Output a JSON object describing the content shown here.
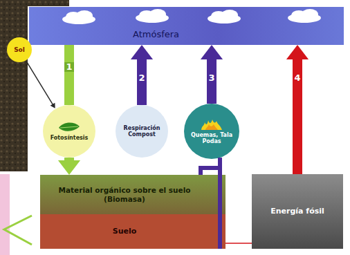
{
  "diagram": {
    "nodes": [
      {
        "text": [
          "Atmósfera"
        ]
      },
      {
        "text": [
          "Sol"
        ]
      },
      {
        "text": [
          "Fotosíntesis"
        ]
      },
      {
        "text": [
          "Respiración Compost"
        ]
      },
      {
        "text": [
          "Quemas, Tala Podas"
        ]
      },
      {
        "text": [
          "Material orgánico sobre el suelo (Biomasa)"
        ]
      },
      {
        "text": [
          "Suelo"
        ]
      },
      {
        "text": [
          "Energía fósil"
        ]
      }
    ],
    "edges": [
      {
        "from": 1,
        "to": 2,
        "arrow": "to"
      },
      {
        "from": 0,
        "to": 2,
        "label": "1",
        "arrow": "none"
      },
      {
        "from": 2,
        "to": 5,
        "arrow": "to"
      },
      {
        "from": 3,
        "to": 0,
        "label": "2",
        "arrow": "to"
      },
      {
        "from": 4,
        "to": 0,
        "label": "3",
        "arrow": "to"
      },
      {
        "from": 5,
        "to": 4,
        "arrow": "none"
      },
      {
        "from": 6,
        "to": 4,
        "arrow": "none"
      },
      {
        "from": 7,
        "to": 0,
        "label": "4",
        "arrow": "to"
      },
      {
        "from": 6,
        "to": 7,
        "arrow": "none"
      }
    ]
  }
}
